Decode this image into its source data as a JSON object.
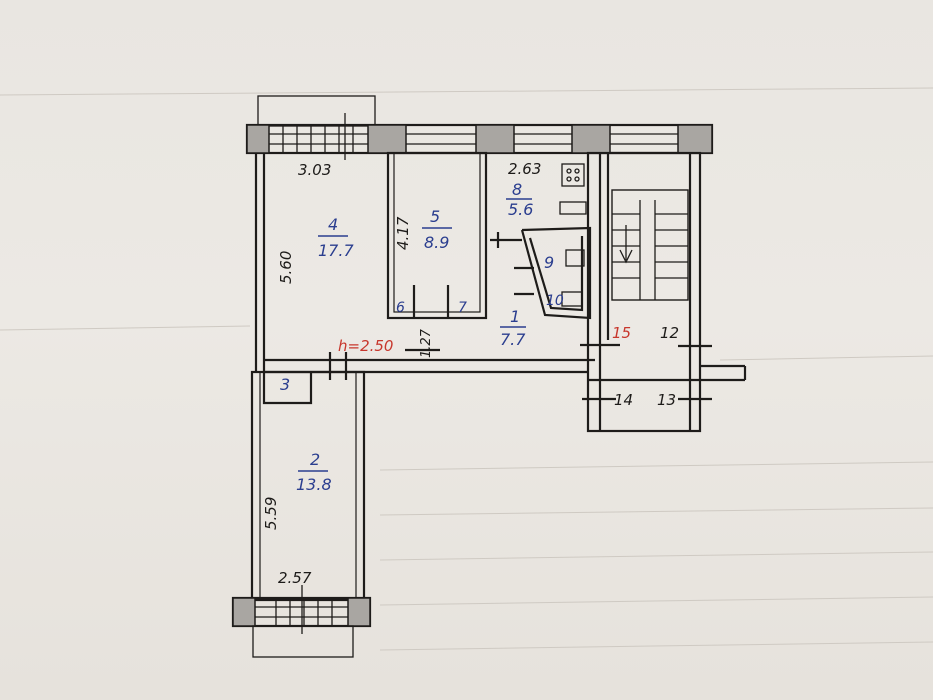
{
  "plan": {
    "dimensions": {
      "room4_width": "3.03",
      "room4_length": "5.60",
      "room5_length": "4.17",
      "kitchen_width": "2.63",
      "room2_length": "5.59",
      "room2_width": "2.57",
      "corridor_width": "1.27",
      "ceiling_height": "h=2.50"
    },
    "rooms": [
      {
        "number": "4",
        "area": "17.7"
      },
      {
        "number": "5",
        "area": "8.9"
      },
      {
        "number": "8",
        "area": "5.6"
      },
      {
        "number": "9",
        "area": ""
      },
      {
        "number": "10",
        "area": ""
      },
      {
        "number": "1",
        "area": "7.7"
      },
      {
        "number": "2",
        "area": "13.8"
      },
      {
        "number": "3",
        "area": ""
      },
      {
        "number": "6",
        "area": ""
      },
      {
        "number": "7",
        "area": ""
      }
    ],
    "stair_labels": [
      "15",
      "12",
      "14",
      "13"
    ],
    "colors": {
      "ink_black": "#1d1b19",
      "ink_blue": "#2b3e8f",
      "ink_red": "#c8372d",
      "paper": "#e9e6e1"
    }
  }
}
